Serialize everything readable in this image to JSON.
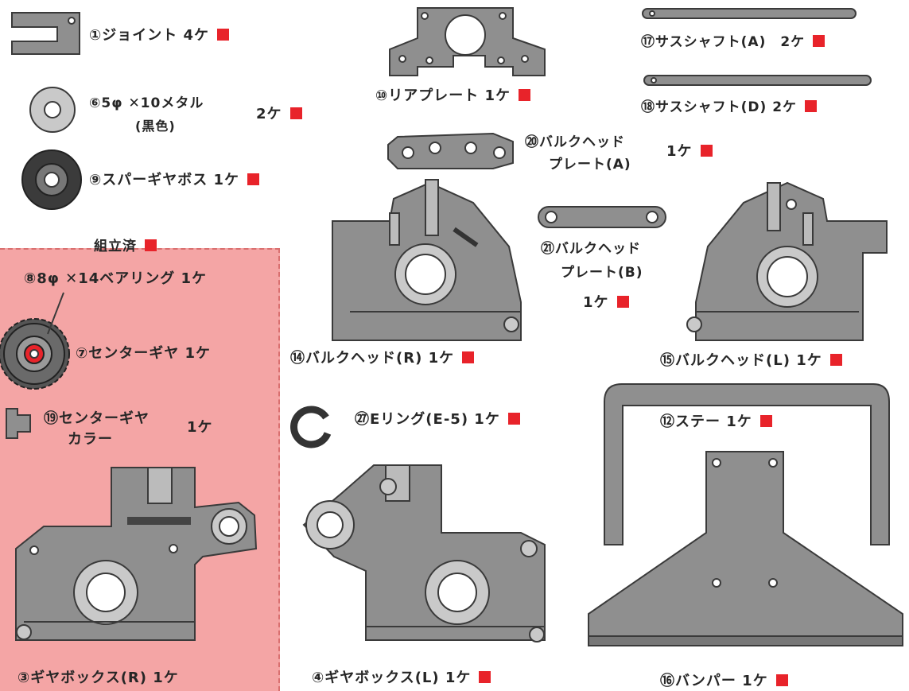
{
  "title": "",
  "section": {
    "label": "組立済"
  },
  "parts": [
    {
      "id": "joint",
      "text": "①ジョイント 4ケ"
    },
    {
      "id": "metal_1",
      "text": "⑥5φ ✕10メタル"
    },
    {
      "id": "metal_2",
      "text": "(黒色)"
    },
    {
      "id": "metal_qty",
      "text": "2ケ"
    },
    {
      "id": "spur",
      "text": "⑨スパーギヤボス 1ケ"
    },
    {
      "id": "bearing",
      "text": "⑧8φ ✕14ベアリング 1ケ"
    },
    {
      "id": "center_gear",
      "text": "⑦センターギヤ 1ケ"
    },
    {
      "id": "collar_1",
      "text": "⑲センターギヤ"
    },
    {
      "id": "collar_2",
      "text": "カラー"
    },
    {
      "id": "collar_qty",
      "text": "1ケ"
    },
    {
      "id": "gearbox_r",
      "text": "③ギヤボックス(R) 1ケ"
    },
    {
      "id": "rear_plate",
      "text": "⑩リアプレート 1ケ"
    },
    {
      "id": "sus_a",
      "text": "⑰サスシャフト(A)　2ケ"
    },
    {
      "id": "sus_d",
      "text": "⑱サスシャフト(D) 2ケ"
    },
    {
      "id": "bhp_a_1",
      "text": "⑳バルクヘッド"
    },
    {
      "id": "bhp_a_2",
      "text": "プレート(A)"
    },
    {
      "id": "bhp_a_qty",
      "text": "1ケ"
    },
    {
      "id": "bhp_b_1",
      "text": "㉑バルクヘッド"
    },
    {
      "id": "bhp_b_2",
      "text": "プレート(B)"
    },
    {
      "id": "bhp_b_qty",
      "text": "1ケ"
    },
    {
      "id": "bulk_r",
      "text": "⑭バルクヘッド(R) 1ケ"
    },
    {
      "id": "bulk_l",
      "text": "⑮バルクヘッド(L) 1ケ"
    },
    {
      "id": "ering",
      "text": "㉗Eリング(E-5) 1ケ"
    },
    {
      "id": "stay",
      "text": "⑫ステー 1ケ"
    },
    {
      "id": "gearbox_l",
      "text": "④ギヤボックス(L) 1ケ"
    },
    {
      "id": "bumper",
      "text": "⑯バンパー 1ケ"
    }
  ],
  "colors": {
    "badge": "#e8232a",
    "assembled_zone": "#f4a5a5",
    "part_fill": "#8f8f8f",
    "part_dark": "#3b3b3b"
  }
}
